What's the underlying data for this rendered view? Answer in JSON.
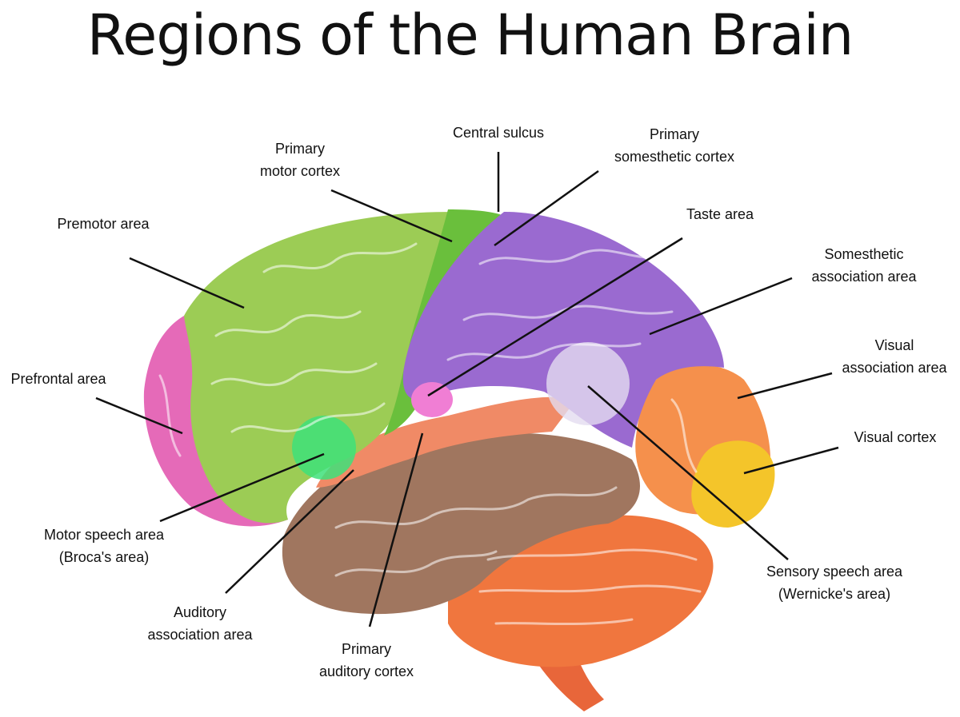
{
  "title": "Regions of the Human Brain",
  "labels": {
    "central_sulcus": [
      "Central sulcus"
    ],
    "primary_somesthetic_cortex": [
      "Primary",
      "somesthetic cortex"
    ],
    "primary_motor_cortex": [
      "Primary",
      "motor cortex"
    ],
    "premotor_area": [
      "Premotor area"
    ],
    "taste_area": [
      "Taste area"
    ],
    "somesthetic_association_area": [
      "Somesthetic",
      "association area"
    ],
    "prefrontal_area": [
      "Prefrontal area"
    ],
    "visual_association_area": [
      "Visual",
      "association area"
    ],
    "visual_cortex": [
      "Visual cortex"
    ],
    "motor_speech_area": [
      "Motor speech area",
      "(Broca's area)"
    ],
    "sensory_speech_area": [
      "Sensory speech area",
      "(Wernicke's area)"
    ],
    "auditory_association_area": [
      "Auditory",
      "association area"
    ],
    "primary_auditory_cortex": [
      "Primary",
      "auditory cortex"
    ]
  },
  "colors": {
    "prefrontal": "#e56ab8",
    "premotor": "#9ccc55",
    "motor": "#6abf3c",
    "somesthetic": "#9a6ad0",
    "temporal": "#a0765f",
    "auditory": "#f08a66",
    "visual_association": "#f5904c",
    "visual_cortex": "#f4c52a",
    "cerebellum": "#f0763e",
    "brainstem": "#e8663a",
    "broca": "#3ee07a",
    "wernicke": "#e4dcf0",
    "taste": "#f07ed4",
    "line": "#111111"
  }
}
